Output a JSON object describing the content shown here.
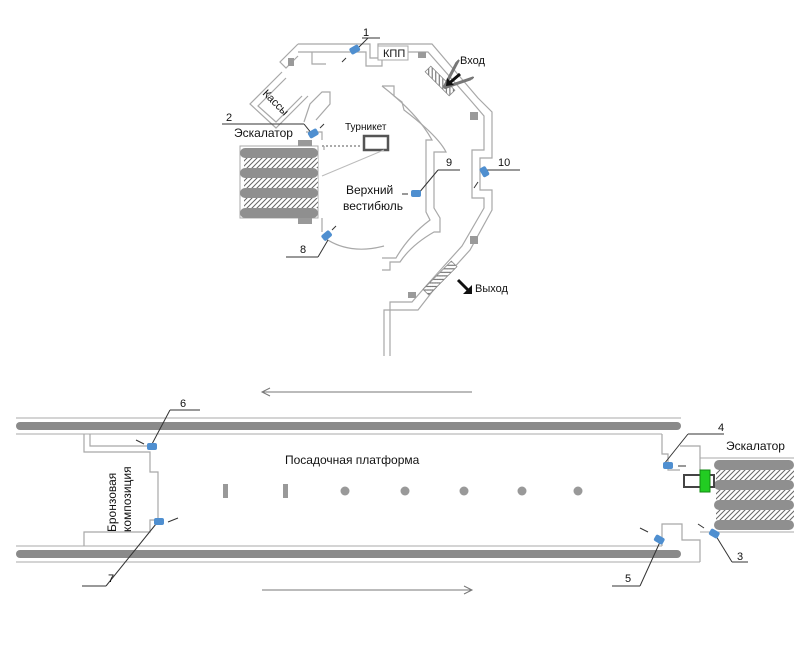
{
  "labels": {
    "kpp": "КПП",
    "entrance": "Вход",
    "exit": "Выход",
    "kassy": "Кассы",
    "escalator_top": "Эскалатор",
    "turnstile": "Турникет",
    "vestibule_line1": "Верхний",
    "vestibule_line2": "вестибюль",
    "platform": "Посадочная платформа",
    "escalator_bottom": "Эскалатор",
    "bronze_line1": "Бронзовая",
    "bronze_line2": "композиция"
  },
  "cameras": [
    {
      "id": "1",
      "label": "1"
    },
    {
      "id": "2",
      "label": "2"
    },
    {
      "id": "3",
      "label": "3"
    },
    {
      "id": "4",
      "label": "4"
    },
    {
      "id": "5",
      "label": "5"
    },
    {
      "id": "6",
      "label": "6"
    },
    {
      "id": "7",
      "label": "7"
    },
    {
      "id": "8",
      "label": "8"
    },
    {
      "id": "9",
      "label": "9"
    },
    {
      "id": "10",
      "label": "10"
    }
  ],
  "colors": {
    "wall": "#a8a8a8",
    "wall_dark": "#7a7a7a",
    "camera": "#4f8fd0",
    "marker_green": "#22cc22",
    "text": "#111111"
  }
}
